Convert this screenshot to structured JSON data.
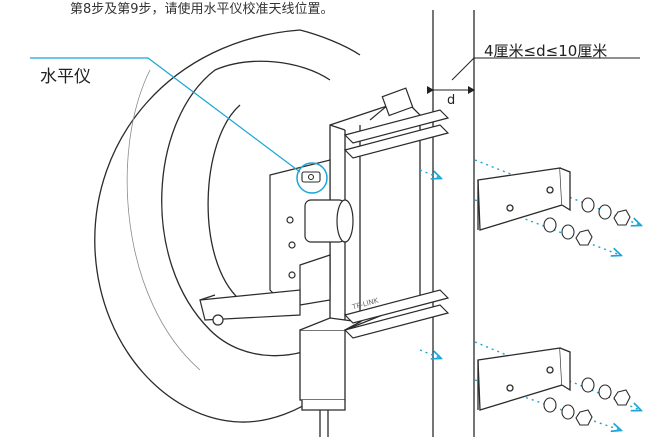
{
  "caption": "第8步及第9步，请使用水平仪校准天线位置。",
  "labels": {
    "level": "水平仪",
    "distance_range": "4厘米≤d≤10厘米",
    "distance_symbol": "d",
    "brand_mark": "TP-LINK"
  },
  "colors": {
    "callout": "#1aa5d6",
    "outline": "#2b2b2b",
    "dashed_arrow": "#1aa5d6"
  }
}
